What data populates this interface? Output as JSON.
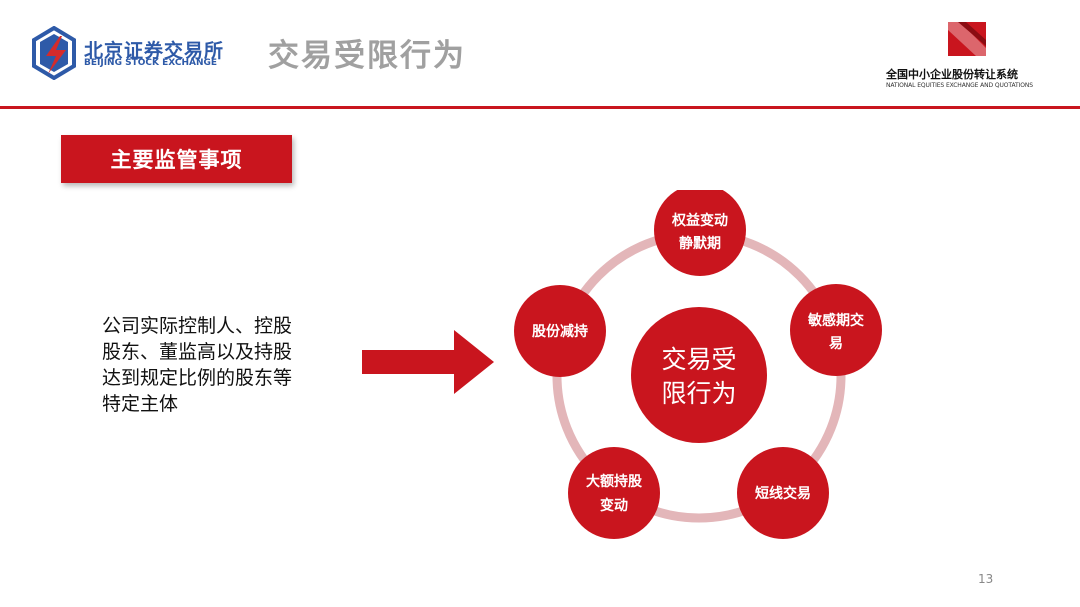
{
  "header": {
    "left_logo": {
      "name_cn": "北京证券交易所",
      "name_en": "BEIJING STOCK EXCHANGE"
    },
    "slide_title": "交易受限行为",
    "right_logo": {
      "name_cn": "全国中小企业股份转让系统",
      "name_en": "NATIONAL EQUITIES EXCHANGE AND QUOTATIONS"
    }
  },
  "section_tag": "主要监管事项",
  "subject": {
    "lines": [
      "公司实际控制人、控股",
      "股东、董监高以及持股",
      "达到规定比例的股东等",
      "特定主体"
    ]
  },
  "diagram": {
    "center_lines": [
      "交易受",
      "限行为"
    ],
    "nodes": [
      {
        "lines": [
          "权益变动",
          "静默期"
        ]
      },
      {
        "lines": [
          "敏感期交",
          "易"
        ]
      },
      {
        "lines": [
          "短线交易"
        ]
      },
      {
        "lines": [
          "大额持股",
          "变动"
        ]
      },
      {
        "lines": [
          "股份减持"
        ]
      }
    ]
  },
  "footer": {
    "page_number": "13"
  },
  "colors": {
    "accent_red": "#c9151e",
    "ring_pink": "#e3b6b9",
    "brand_blue": "#2e5aa8",
    "title_gray": "#a0a0a0"
  },
  "icons": [
    "bse-logo-icon",
    "neeq-logo-icon",
    "right-arrow-icon"
  ]
}
